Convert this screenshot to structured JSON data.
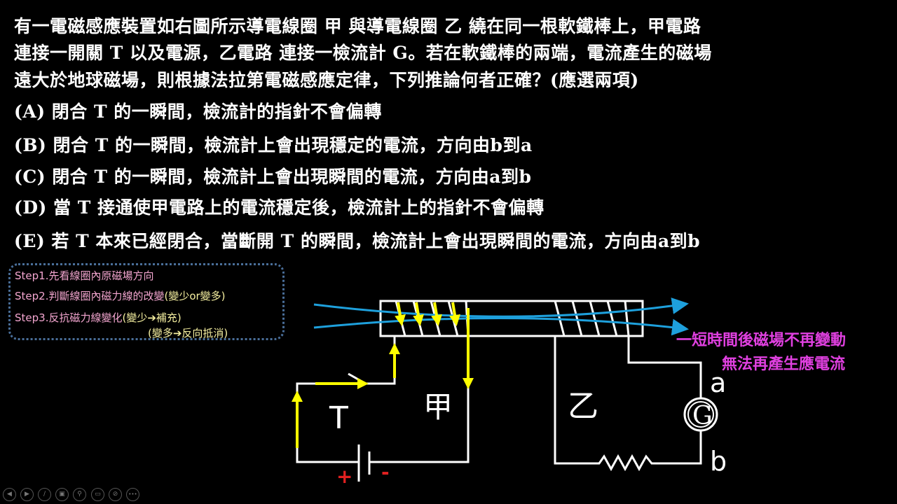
{
  "question": {
    "lines": [
      "有一電磁感應裝置如右圖所示導電線圈 甲 與導電線圈 乙 繞在同一根軟鐵棒上，甲電路",
      "連接一開關 T 以及電源，乙電路 連接一檢流計 G。若在軟鐵棒的兩端，電流產生的磁場",
      "遠大於地球磁場，則根據法拉第電磁感應定律，下列推論何者正確？(應選兩項)"
    ],
    "options": [
      "(A) 閉合 T 的一瞬間，檢流計的指針不會偏轉",
      "(B) 閉合 T 的一瞬間，檢流計上會出現穩定的電流，方向由b到a",
      "(C) 閉合 T 的一瞬間，檢流計上會出現瞬間的電流，方向由a到b",
      "(D) 當 T 接通使甲電路上的電流穩定後，檢流計上的指針不會偏轉",
      "(E) 若 T 本來已經閉合，當斷開 T 的瞬間，檢流計上會出現瞬間的電流，方向由a到b"
    ]
  },
  "steps": {
    "step1": "Step1.先看線圈內原磁場方向",
    "step2_main": "Step2.判斷線圈內磁力線的改變",
    "step2_paren": "(變少or變多)",
    "step3_main": "Step3.反抗磁力線變化",
    "step3_paren1": "(變少➔補充)",
    "step3_paren2": "(變多➔反向抵消)"
  },
  "note": {
    "line1": "一短時間後磁場不再變動",
    "line2": "無法再產生應電流"
  },
  "diagram": {
    "switch_label": "T",
    "coil_a_label": "甲",
    "coil_b_label": "乙",
    "galvanometer_label": "G",
    "terminal_a": "a",
    "terminal_b": "b",
    "plus": "+",
    "minus": "-"
  },
  "toolbar": {
    "icons": [
      "previous-icon",
      "next-icon",
      "pen-icon",
      "slides-icon",
      "zoom-icon",
      "subtitles-icon",
      "camera-off-icon",
      "more-icon"
    ],
    "glyphs": [
      "◀",
      "▶",
      "/",
      "▣",
      "⚲",
      "▭",
      "⊘",
      "•••"
    ]
  },
  "colors": {
    "field_line": "#1ea0dc",
    "current": "#ffff00",
    "note": "#e040e0",
    "step_text": "#f4a6d0"
  }
}
